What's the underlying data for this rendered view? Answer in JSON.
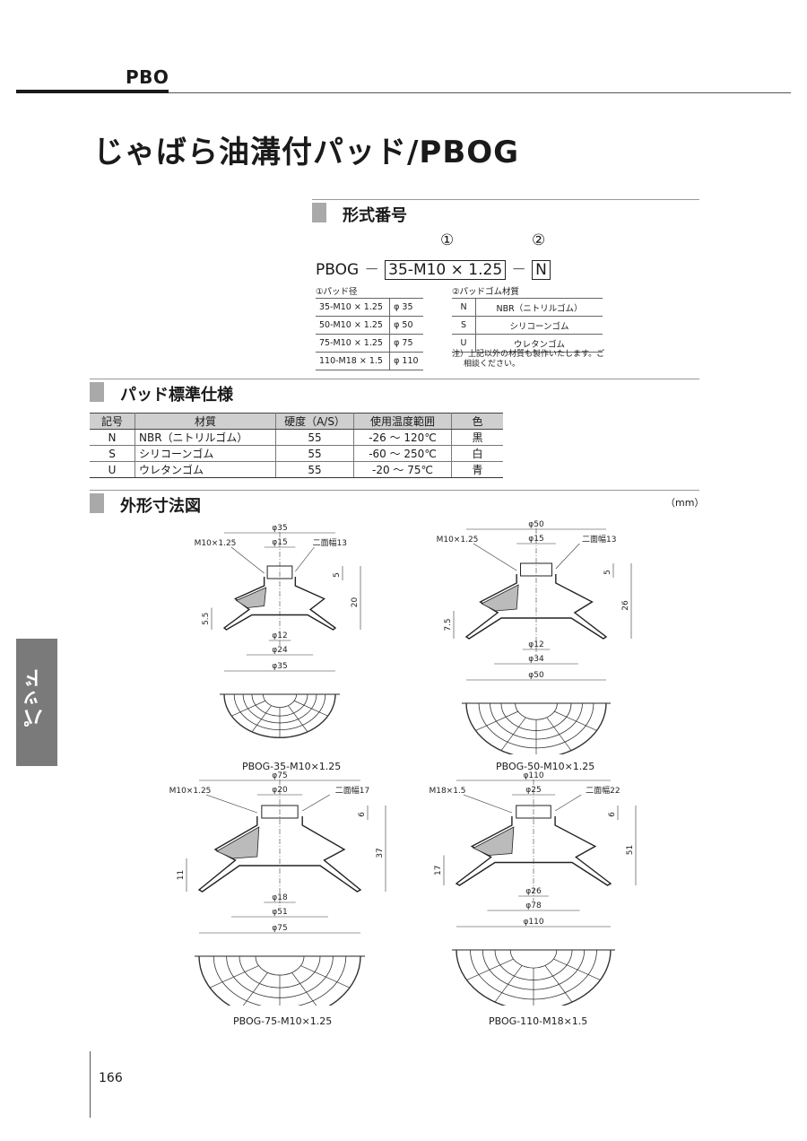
{
  "header": {
    "series": "PBO"
  },
  "title": "じゃばら油溝付パッド/PBOG",
  "model_section": {
    "heading": "形式番号",
    "prefix": "PBOG",
    "dash": "－",
    "marker1": "①",
    "marker2": "②",
    "box1": "35-M10 × 1.25",
    "box2": "N",
    "size_table": {
      "label": "①パッド径",
      "rows": [
        {
          "code": "35-M10 × 1.25",
          "value": "φ 35"
        },
        {
          "code": "50-M10 × 1.25",
          "value": "φ 50"
        },
        {
          "code": "75-M10 × 1.25",
          "value": "φ 75"
        },
        {
          "code": "110-M18 × 1.5",
          "value": "φ 110"
        }
      ]
    },
    "material_table": {
      "label": "②パッドゴム材質",
      "rows": [
        {
          "code": "N",
          "value": "NBR（ニトリルゴム）"
        },
        {
          "code": "S",
          "value": "シリコーンゴム"
        },
        {
          "code": "U",
          "value": "ウレタンゴム"
        }
      ]
    },
    "note_line1": "注）上記以外の材質も製作いたします。ご",
    "note_line2": "相談ください。"
  },
  "spec_section": {
    "heading": "パッド標準仕様",
    "columns": [
      "記号",
      "材質",
      "硬度（A/S）",
      "使用温度範囲",
      "色"
    ],
    "rows": [
      {
        "code": "N",
        "material": "NBR（ニトリルゴム）",
        "hardness": "55",
        "temp": "-26 ～ 120℃",
        "color": "黒"
      },
      {
        "code": "S",
        "material": "シリコーンゴム",
        "hardness": "55",
        "temp": "-60 ～ 250℃",
        "color": "白"
      },
      {
        "code": "U",
        "material": "ウレタンゴム",
        "hardness": "55",
        "temp": "-20 ～ 75℃",
        "color": "青"
      }
    ]
  },
  "dim_section": {
    "heading": "外形寸法図",
    "unit": "（mm）"
  },
  "drawings": [
    {
      "caption": "PBOG-35-M10×1.25",
      "thread": "M10×1.25",
      "d_outer": "φ35",
      "d_hex": "φ15",
      "hex": "二面幅13",
      "h_top": "5",
      "h_total": "20",
      "h_bellow": "5.5",
      "d_inner": "φ12",
      "d_mid": "φ24",
      "d_bottom": "φ35"
    },
    {
      "caption": "PBOG-50-M10×1.25",
      "thread": "M10×1.25",
      "d_outer": "φ50",
      "d_hex": "φ15",
      "hex": "二面幅13",
      "h_top": "5",
      "h_total": "26",
      "h_bellow": "7.5",
      "d_inner": "φ12",
      "d_mid": "φ34",
      "d_bottom": "φ50"
    },
    {
      "caption": "PBOG-75-M10×1.25",
      "thread": "M10×1.25",
      "d_outer": "φ75",
      "d_hex": "φ20",
      "hex": "二面幅17",
      "h_top": "6",
      "h_total": "37",
      "h_bellow": "11",
      "d_inner": "φ18",
      "d_mid": "φ51",
      "d_bottom": "φ75"
    },
    {
      "caption": "PBOG-110-M18×1.5",
      "thread": "M18×1.5",
      "d_outer": "φ110",
      "d_hex": "φ25",
      "hex": "二面幅22",
      "h_top": "6",
      "h_total": "51",
      "h_bellow": "17",
      "d_inner": "φ26",
      "d_mid": "φ78",
      "d_bottom": "φ110"
    }
  ],
  "side_tab": "パッド",
  "page_number": "166"
}
